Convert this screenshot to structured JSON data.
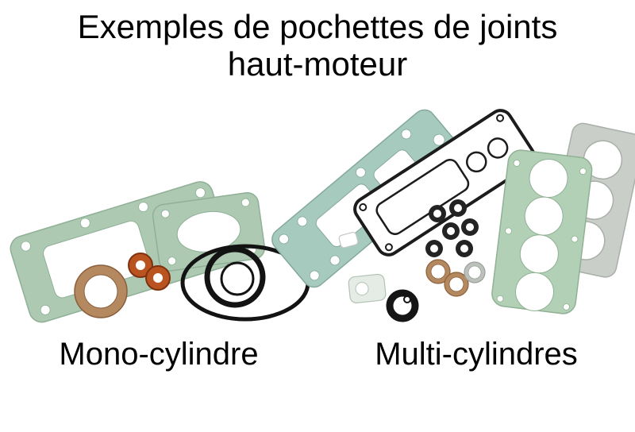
{
  "title": {
    "line1": "Exemples de pochettes de joints",
    "line2": "haut-moteur"
  },
  "captions": {
    "mono": "Mono-cylindre",
    "multi": "Multi-cylindres"
  },
  "colors": {
    "background": "#ffffff",
    "text": "#000000",
    "gasket_green": "#adc9b2",
    "gasket_teal": "#a6cabe",
    "gasket_green_light": "#b2d0b5",
    "gasket_gray": "#c9cec9",
    "copper": "#b5895f",
    "seal_orange": "#b9531f",
    "rubber_black": "#1c1c1c"
  }
}
